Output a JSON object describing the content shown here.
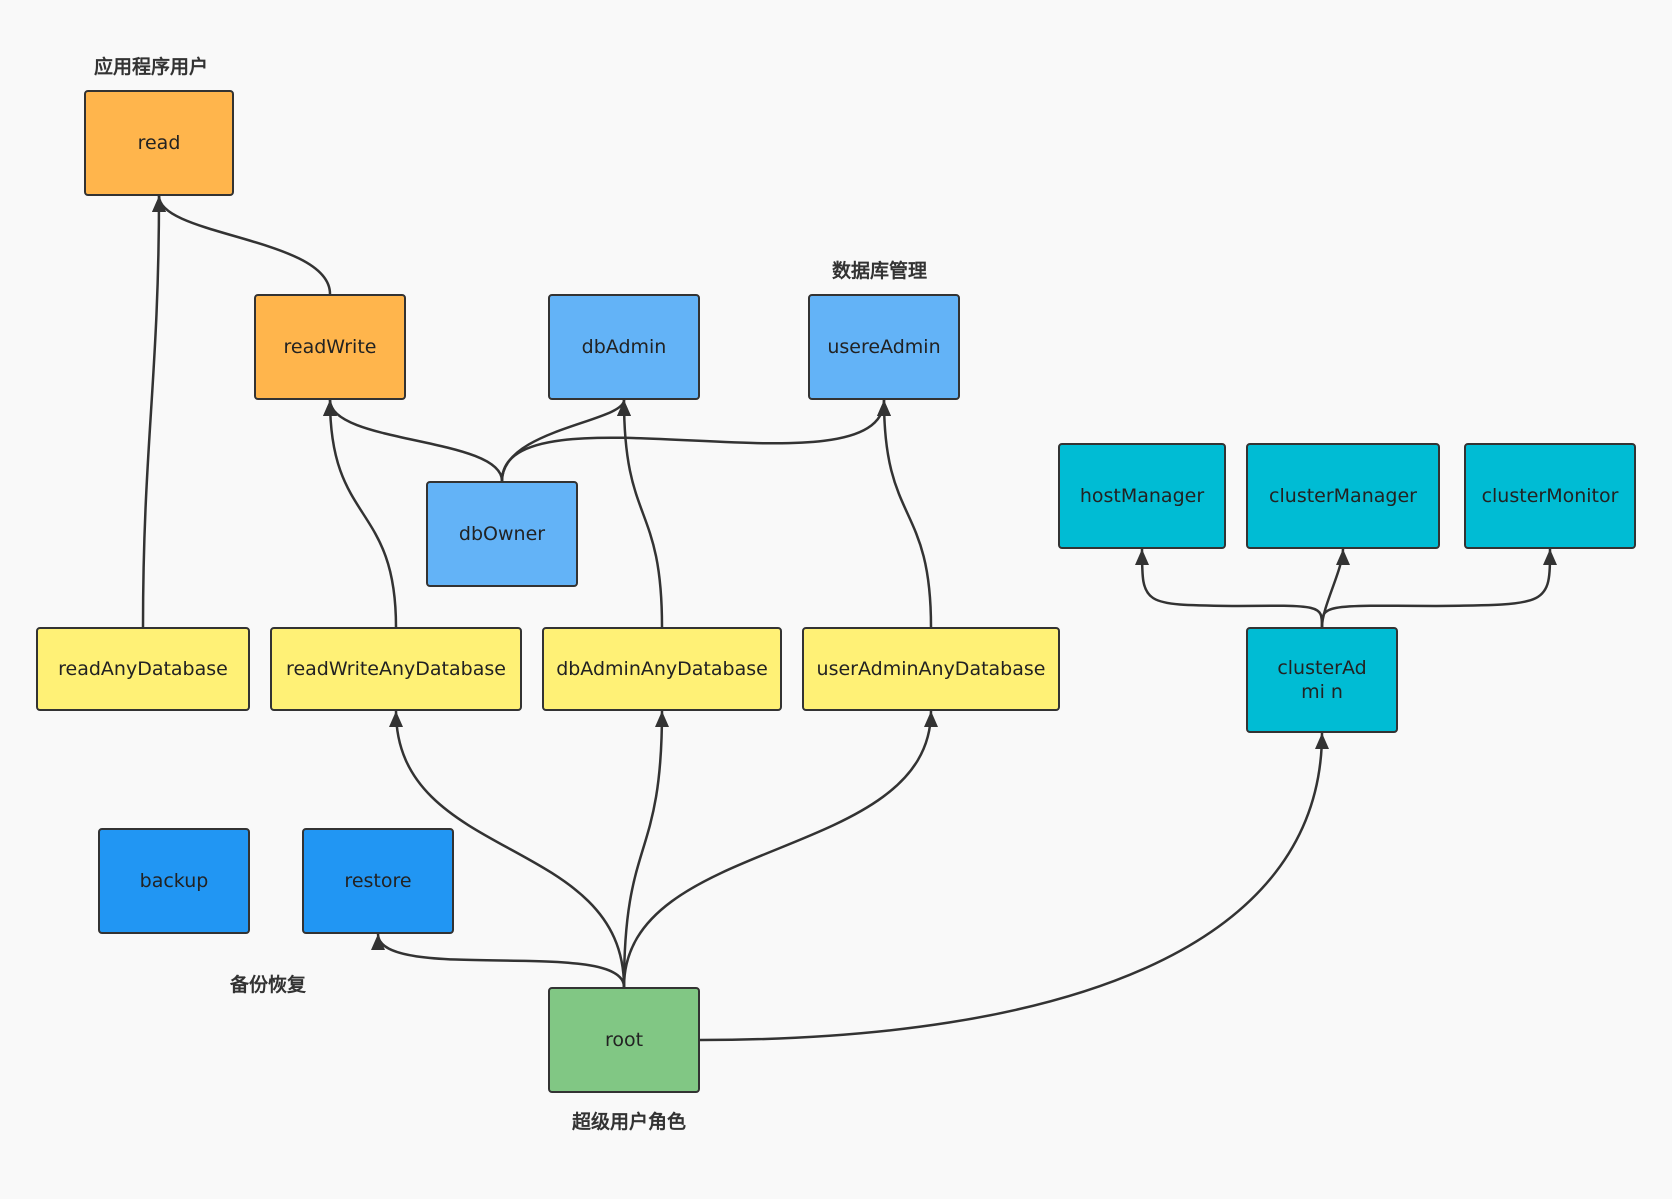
{
  "colors": {
    "app_user": "#ffb54c",
    "db_admin": "#63b3f7",
    "cluster": "#00bcd4",
    "any_db": "#fff176",
    "backup": "#2196f3",
    "superuser": "#81c784",
    "line": "#333333"
  },
  "labels": {
    "app_user": "应用程序用户",
    "db_admin": "数据库管理",
    "backup_restore": "备份恢复",
    "superuser": "超级用户角色"
  },
  "nodes": {
    "read": "read",
    "readWrite": "readWrite",
    "dbAdmin": "dbAdmin",
    "userAdmin": "usereAdmin",
    "dbOwner": "dbOwner",
    "hostManager": "hostManager",
    "clusterManager": "clusterManager",
    "clusterMonitor": "clusterMonitor",
    "readAnyDatabase": "readAnyDatabase",
    "readWriteAnyDatabase": "readWriteAnyDatabase",
    "dbAdminAnyDatabase": "dbAdminAnyDatabase",
    "userAdminAnyDatabase": "userAdminAnyDatabase",
    "clusterAdmin": "clusterAdmi n",
    "backup": "backup",
    "restore": "restore",
    "root": "root"
  },
  "edges": [
    {
      "from": "readWrite",
      "to": "read"
    },
    {
      "from": "readAnyDatabase",
      "to": "read"
    },
    {
      "from": "readWriteAnyDatabase",
      "to": "readWrite"
    },
    {
      "from": "dbOwner",
      "to": "readWrite"
    },
    {
      "from": "dbOwner",
      "to": "dbAdmin"
    },
    {
      "from": "dbOwner",
      "to": "userAdmin"
    },
    {
      "from": "dbAdminAnyDatabase",
      "to": "dbAdmin"
    },
    {
      "from": "userAdminAnyDatabase",
      "to": "userAdmin"
    },
    {
      "from": "clusterAdmin",
      "to": "hostManager"
    },
    {
      "from": "clusterAdmin",
      "to": "clusterManager"
    },
    {
      "from": "clusterAdmin",
      "to": "clusterMonitor"
    },
    {
      "from": "root",
      "to": "readWriteAnyDatabase"
    },
    {
      "from": "root",
      "to": "dbAdminAnyDatabase"
    },
    {
      "from": "root",
      "to": "userAdminAnyDatabase"
    },
    {
      "from": "root",
      "to": "restore"
    },
    {
      "from": "root",
      "to": "clusterAdmin"
    }
  ]
}
